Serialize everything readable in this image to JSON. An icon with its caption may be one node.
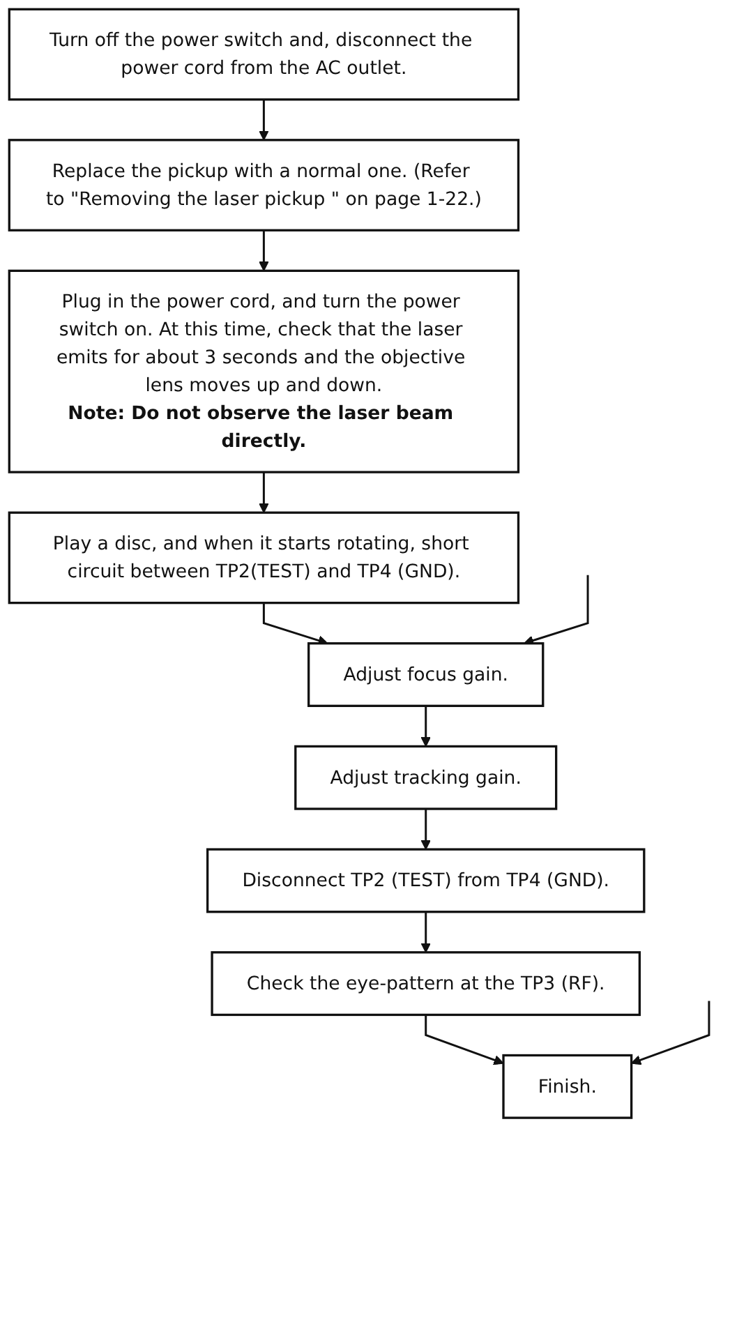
{
  "diagram": {
    "nodes": [
      {
        "text": [
          "Turn off the power switch and, disconnect the power cord from the AC outlet."
        ]
      },
      {
        "text": [
          "Replace the pickup with a normal one. (Refer to \"Removing the laser pickup \" on page 1-22.)"
        ]
      },
      {
        "text": [
          "Plug in the power cord, and turn the power switch on. At this time, check that the laser emits for about 3 seconds and the objective lens moves up and down.",
          "Note: Do not observe the laser beam directly."
        ]
      },
      {
        "text": [
          "Play a disc, and when it starts rotating, short circuit between TP2(TEST) and TP4 (GND)."
        ]
      },
      {
        "text": [
          "Adjust focus gain."
        ]
      },
      {
        "text": [
          "Adjust tracking gain."
        ]
      },
      {
        "text": [
          "Disconnect TP2 (TEST) from TP4 (GND)."
        ]
      },
      {
        "text": [
          "Check the eye-pattern at the TP3 (RF)."
        ]
      },
      {
        "text": [
          "Finish."
        ]
      }
    ],
    "edges": [
      {
        "from": 0,
        "to": 1,
        "arrow": "to"
      },
      {
        "from": 1,
        "to": 2,
        "arrow": "to"
      },
      {
        "from": 2,
        "to": 3,
        "arrow": "to"
      },
      {
        "from": 3,
        "to": 4,
        "arrow": "to"
      },
      {
        "from": null,
        "to": 4,
        "arrow": "to"
      },
      {
        "from": 4,
        "to": 5,
        "arrow": "to"
      },
      {
        "from": 5,
        "to": 6,
        "arrow": "to"
      },
      {
        "from": 6,
        "to": 7,
        "arrow": "to"
      },
      {
        "from": 7,
        "to": 8,
        "arrow": "to"
      },
      {
        "from": null,
        "to": 8,
        "arrow": "to"
      }
    ]
  }
}
